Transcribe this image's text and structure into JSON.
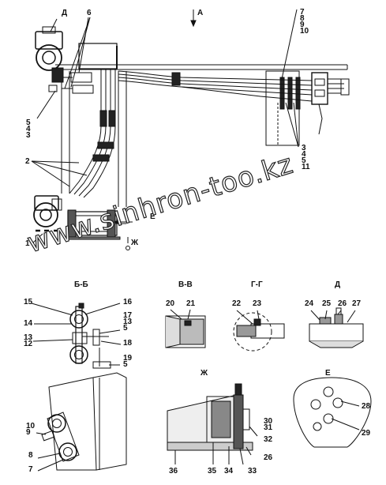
{
  "title_a": "А",
  "main_labels": {
    "d": "Д",
    "six": "6",
    "two": "2",
    "one": "1",
    "e": "Е",
    "zh": "Ж"
  },
  "stack_top_right": [
    "7",
    "8",
    "9",
    "10"
  ],
  "stack_mid_right": [
    "3",
    "4",
    "5",
    "11"
  ],
  "stack_left": [
    "5",
    "4",
    "3"
  ],
  "section_titles": {
    "bb": "Б-Б",
    "vv": "В-В",
    "gg": "Г-Г",
    "d": "Д",
    "zh": "Ж",
    "e": "Е"
  },
  "bb_labels": {
    "l15": "15",
    "l16": "16",
    "l14": "14",
    "l17": "17",
    "l13r": "13",
    "l5a": "5",
    "l13": "13",
    "l12": "12",
    "l18": "18",
    "l19": "19",
    "l5b": "5",
    "l10": "10",
    "l9": "9",
    "l8": "8",
    "l7": "7"
  },
  "vv_labels": {
    "l20": "20",
    "l21": "21"
  },
  "gg_labels": {
    "l22": "22",
    "l23": "23"
  },
  "d_labels": {
    "l24": "24",
    "l25": "25",
    "l26": "26",
    "l27": "27"
  },
  "zh_labels": {
    "l30": "30",
    "l31": "31",
    "l32": "32",
    "l26": "26",
    "l36": "36",
    "l35": "35",
    "l34": "34",
    "l33": "33"
  },
  "e_labels": {
    "l28": "28",
    "l29": "29"
  },
  "watermark": "www.sinhron-too.kz"
}
